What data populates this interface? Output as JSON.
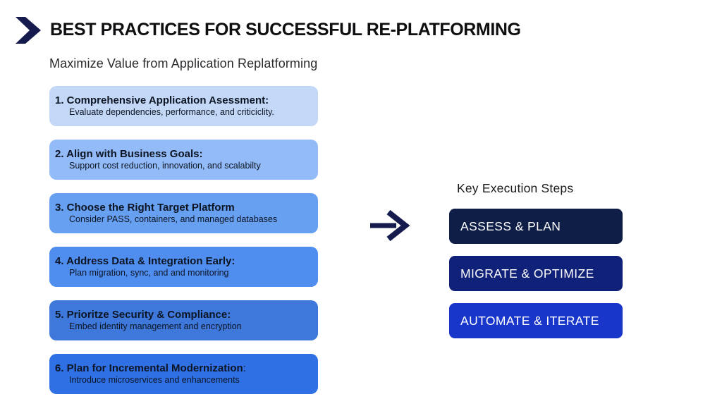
{
  "header": {
    "title": "BEST PRACTICES FOR SUCCESSFUL RE-PLATFORMING",
    "subtitle": "Maximize Value from Application Replatforming"
  },
  "practices": [
    {
      "title": "1. Comprehensive Application Asessment:",
      "description": "Evaluate dependencies, performance, and criticiclity.",
      "bg": "#c3d8f6"
    },
    {
      "title": "2. Align with Business Goals:",
      "description": "Support cost reduction, innovation, and scalabilty",
      "bg": "#92bbf7"
    },
    {
      "title": "3. Choose the Right Target Platform",
      "description": "Consider PASS, containers, and managed databases",
      "bg": "#68a0f1"
    },
    {
      "title": "4. Address Data & Integration Early:",
      "description": "Plan migration, sync, and and monitoring",
      "bg": "#4f8def"
    },
    {
      "title": "5. Prioritze Security & Compliance:",
      "description": "Embed identity management and encryption",
      "bg": "#3e78da"
    },
    {
      "title": "6. Plan for Incremental Modernization",
      "title_suffix": ":",
      "description": "Introduce microservices and enhancements",
      "bg": "#2f70e5"
    }
  ],
  "execution": {
    "heading": "Key Execution Steps",
    "steps": [
      {
        "label": "ASSESS & PLAN",
        "bg": "#0e1e47"
      },
      {
        "label": "MIGRATE & OPTIMIZE",
        "bg": "#0f2178"
      },
      {
        "label": "AUTOMATE & ITERATE",
        "bg": "#1836c9"
      }
    ]
  },
  "icons": {
    "chevron_right": "chevron-right-icon",
    "flow_arrow": "right-arrow-icon"
  },
  "colors": {
    "accent_navy": "#161b4e",
    "title_text": "#0f0f12",
    "body_text": "#0d1524",
    "step_text": "#ffffff",
    "background": "#ffffff"
  }
}
